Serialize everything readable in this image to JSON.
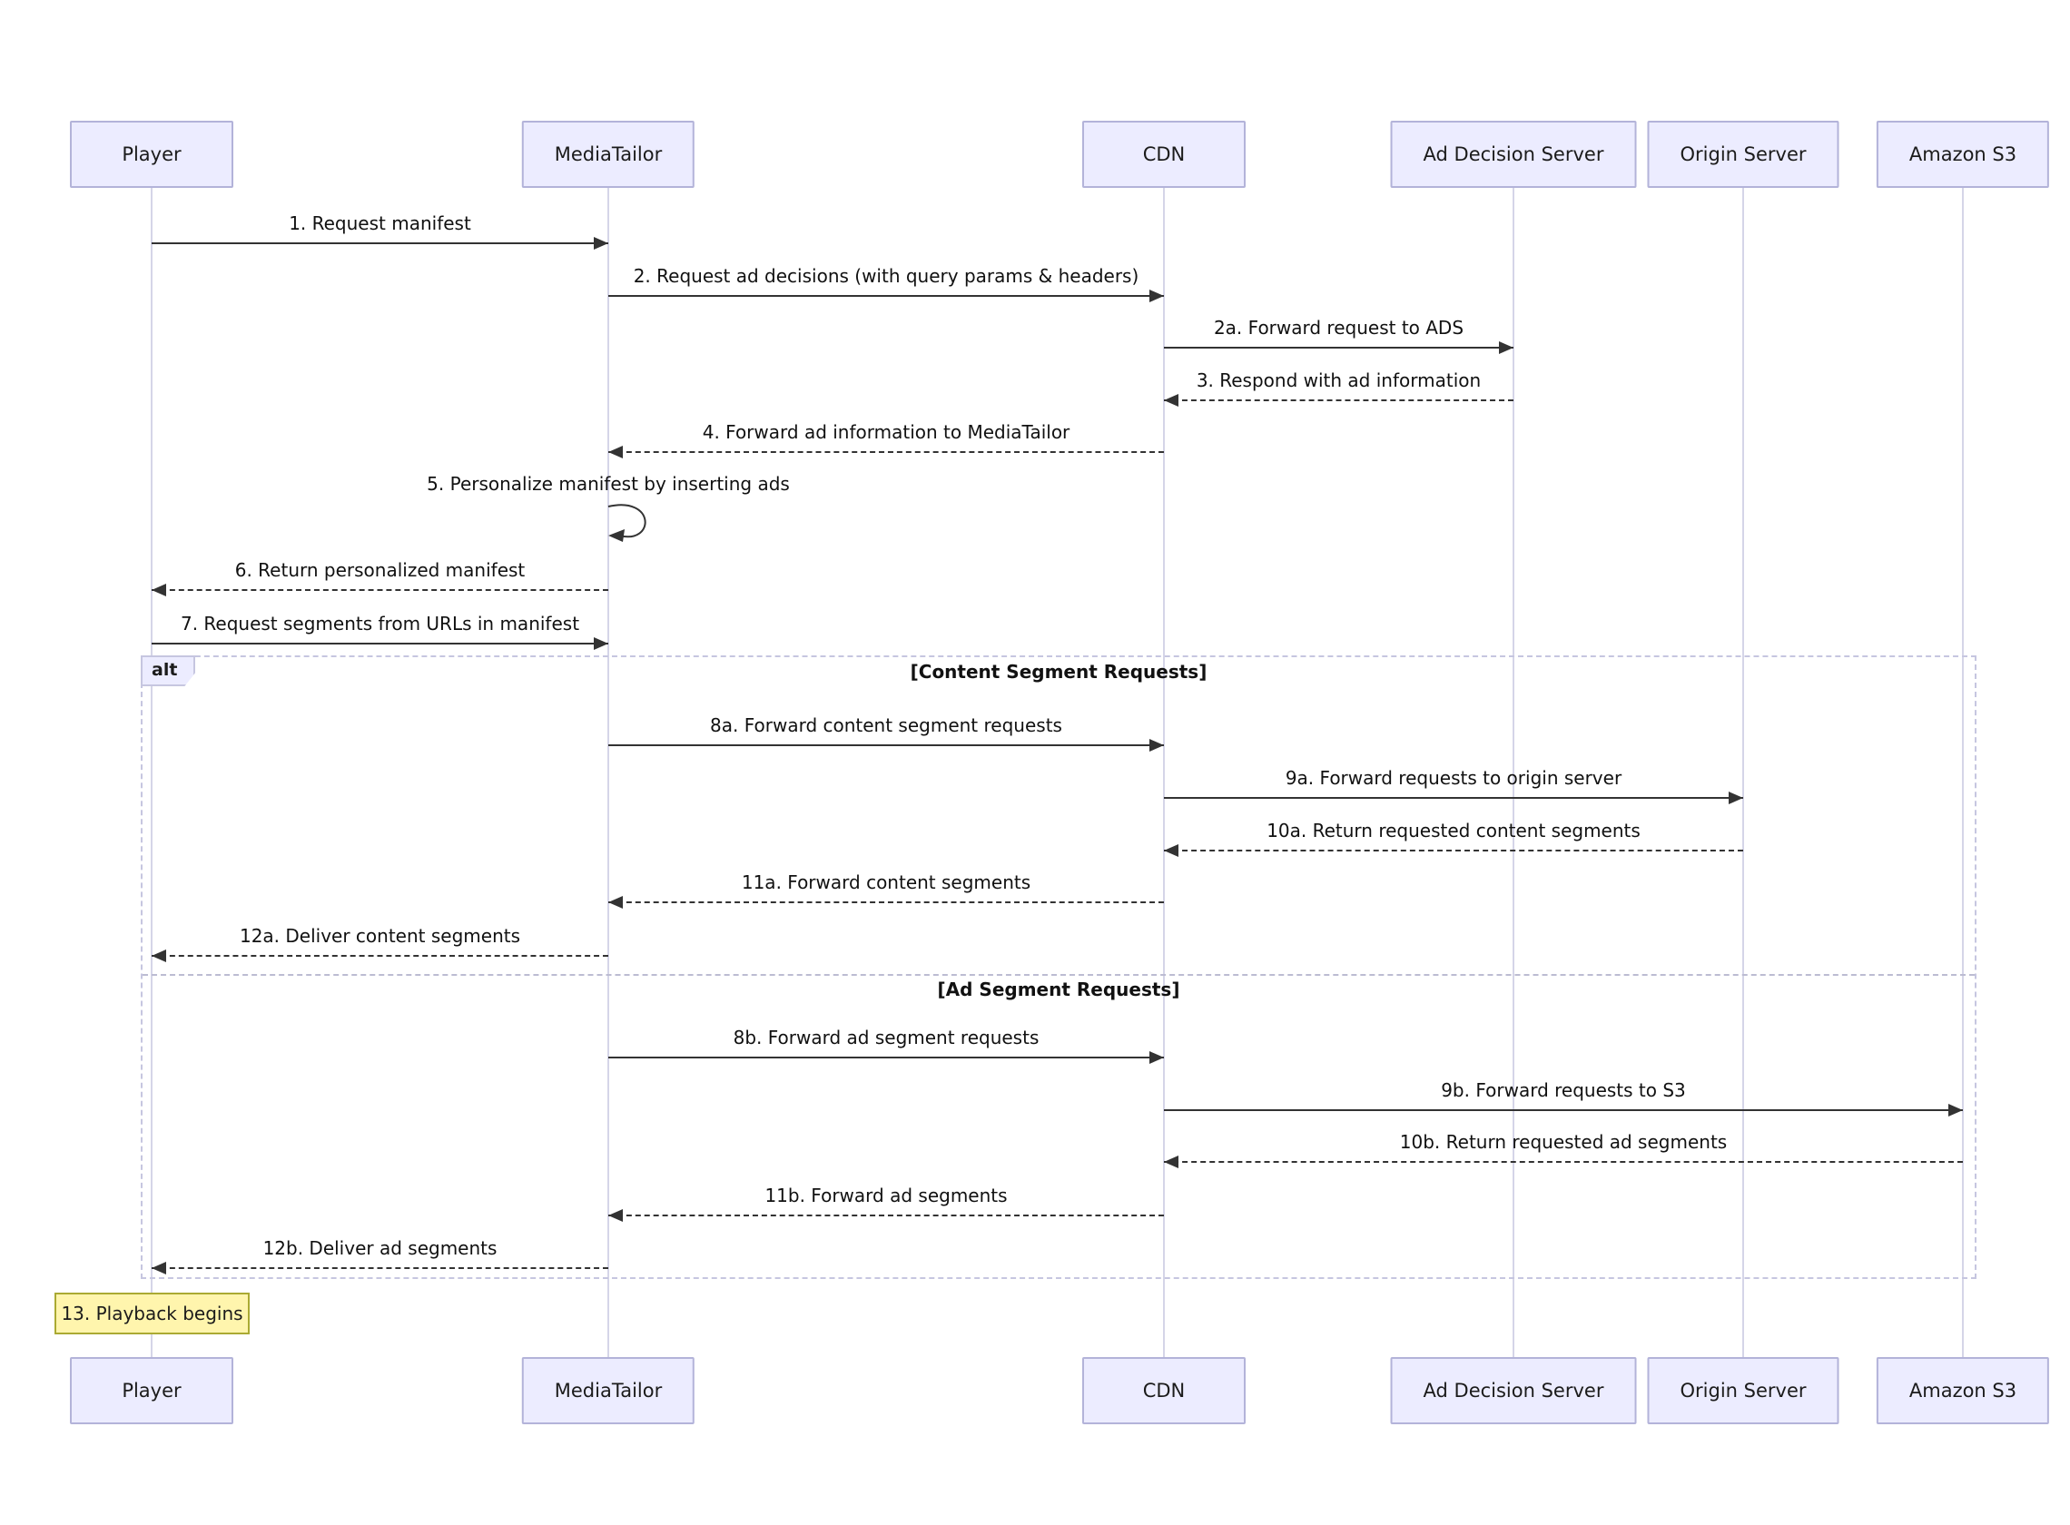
{
  "diagram": {
    "type": "sequence",
    "actors": [
      "Player",
      "MediaTailor",
      "CDN",
      "Ad Decision Server",
      "Origin Server",
      "Amazon S3"
    ],
    "messages": [
      {
        "label": "1. Request manifest",
        "from": "Player",
        "to": "MediaTailor",
        "line": "solid"
      },
      {
        "label": "2. Request ad decisions (with query params & headers)",
        "from": "MediaTailor",
        "to": "CDN",
        "line": "solid"
      },
      {
        "label": "2a. Forward request to ADS",
        "from": "CDN",
        "to": "Ad Decision Server",
        "line": "solid"
      },
      {
        "label": "3. Respond with ad information",
        "from": "Ad Decision Server",
        "to": "CDN",
        "line": "dashed"
      },
      {
        "label": "4. Forward ad information to MediaTailor",
        "from": "CDN",
        "to": "MediaTailor",
        "line": "dashed"
      },
      {
        "label": "5. Personalize manifest by inserting ads",
        "from": "MediaTailor",
        "to": "MediaTailor",
        "line": "self"
      },
      {
        "label": "6. Return personalized manifest",
        "from": "MediaTailor",
        "to": "Player",
        "line": "dashed"
      },
      {
        "label": "7. Request segments from URLs in manifest",
        "from": "Player",
        "to": "MediaTailor",
        "line": "solid"
      },
      {
        "label": "8a. Forward content segment requests",
        "from": "MediaTailor",
        "to": "CDN",
        "line": "solid"
      },
      {
        "label": "9a. Forward requests to origin server",
        "from": "CDN",
        "to": "Origin Server",
        "line": "solid"
      },
      {
        "label": "10a. Return requested content segments",
        "from": "Origin Server",
        "to": "CDN",
        "line": "dashed"
      },
      {
        "label": "11a. Forward content segments",
        "from": "CDN",
        "to": "MediaTailor",
        "line": "dashed"
      },
      {
        "label": "12a. Deliver content segments",
        "from": "MediaTailor",
        "to": "Player",
        "line": "dashed"
      },
      {
        "label": "8b. Forward ad segment requests",
        "from": "MediaTailor",
        "to": "CDN",
        "line": "solid"
      },
      {
        "label": "9b. Forward requests to S3",
        "from": "CDN",
        "to": "Amazon S3",
        "line": "solid"
      },
      {
        "label": "10b. Return requested ad segments",
        "from": "Amazon S3",
        "to": "CDN",
        "line": "dashed"
      },
      {
        "label": "11b. Forward ad segments",
        "from": "CDN",
        "to": "MediaTailor",
        "line": "dashed"
      },
      {
        "label": "12b. Deliver ad segments",
        "from": "MediaTailor",
        "to": "Player",
        "line": "dashed"
      }
    ],
    "alt_frame": {
      "label": "alt",
      "sections": [
        {
          "label": "[Content Segment Requests]"
        },
        {
          "label": "[Ad Segment Requests]"
        }
      ]
    },
    "note": {
      "label": "13. Playback begins"
    }
  }
}
